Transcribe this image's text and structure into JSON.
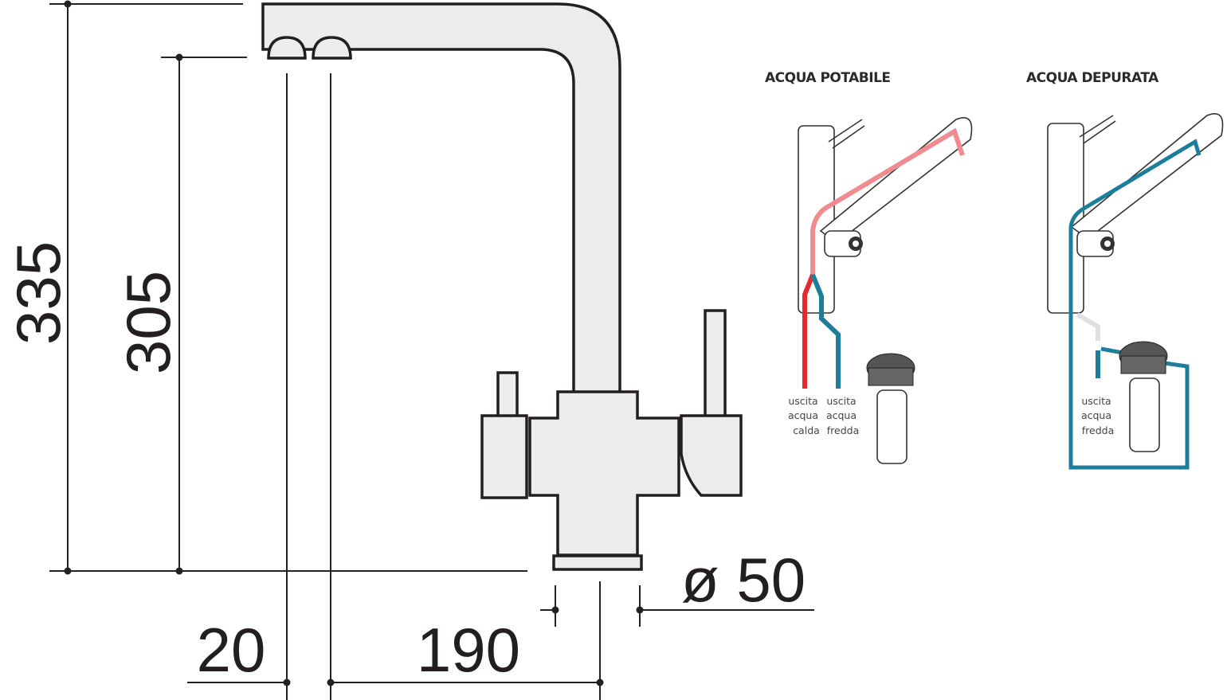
{
  "dimensions": {
    "height_total": "335",
    "height_spout": "305",
    "offset": "20",
    "reach": "190",
    "diameter": "ø 50"
  },
  "panels": [
    {
      "title": "ACQUA POTABILE",
      "labels": [
        [
          "uscita",
          "acqua",
          "calda"
        ],
        [
          "uscita",
          "acqua",
          "fredda"
        ]
      ]
    },
    {
      "title": "ACQUA DEPURATA",
      "labels": [
        [
          "uscita",
          "acqua",
          "fredda"
        ]
      ]
    }
  ],
  "colors": {
    "hot": "#e8282f",
    "mixed": "#f08b8f",
    "cold": "#1f7d9c",
    "line": "#231f20",
    "body": "#ececec"
  }
}
